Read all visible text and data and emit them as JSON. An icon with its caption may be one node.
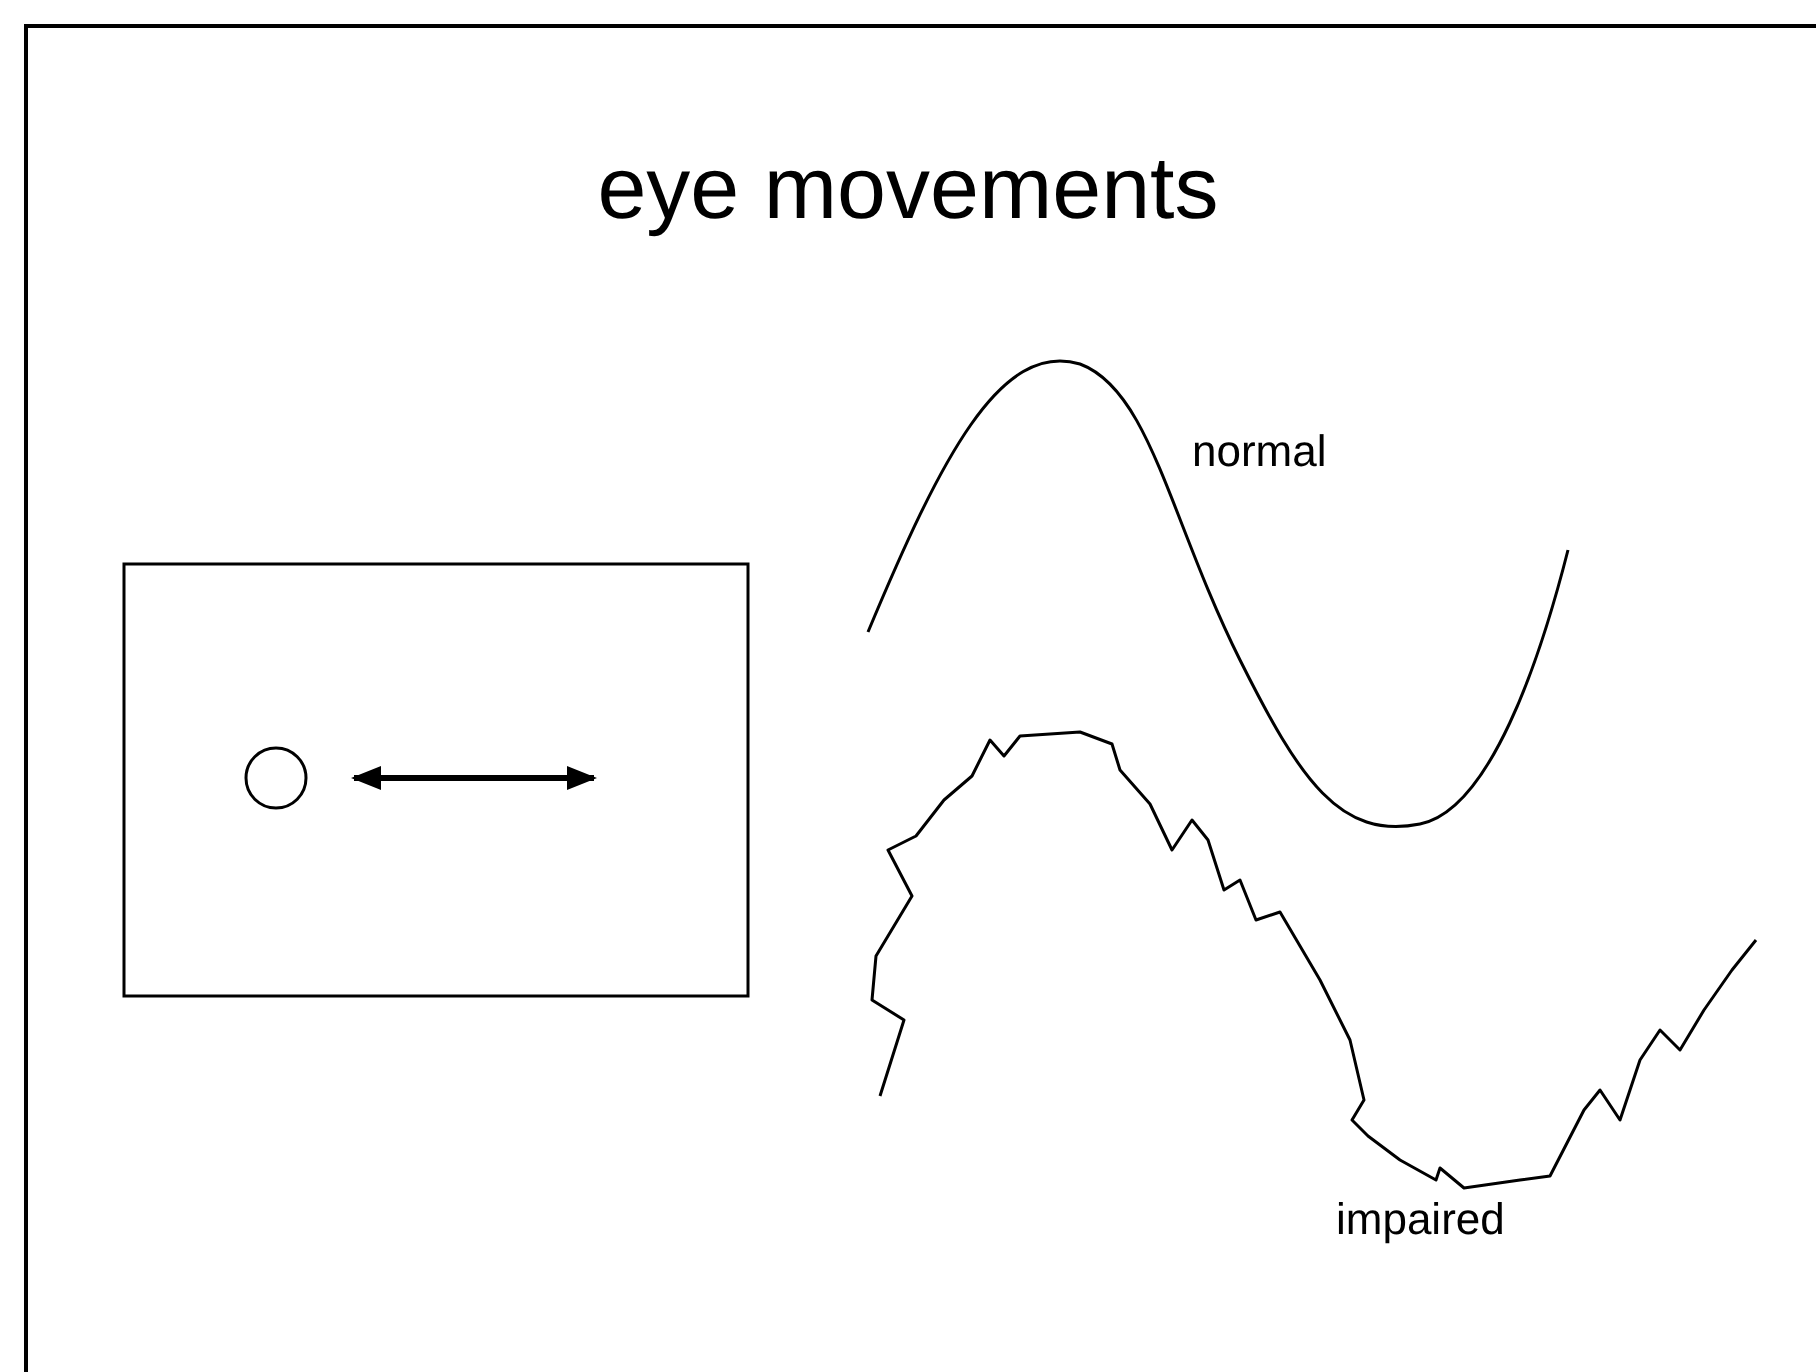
{
  "diagram": {
    "title": "eye movements",
    "labels": [
      "normal",
      "impaired"
    ]
  }
}
